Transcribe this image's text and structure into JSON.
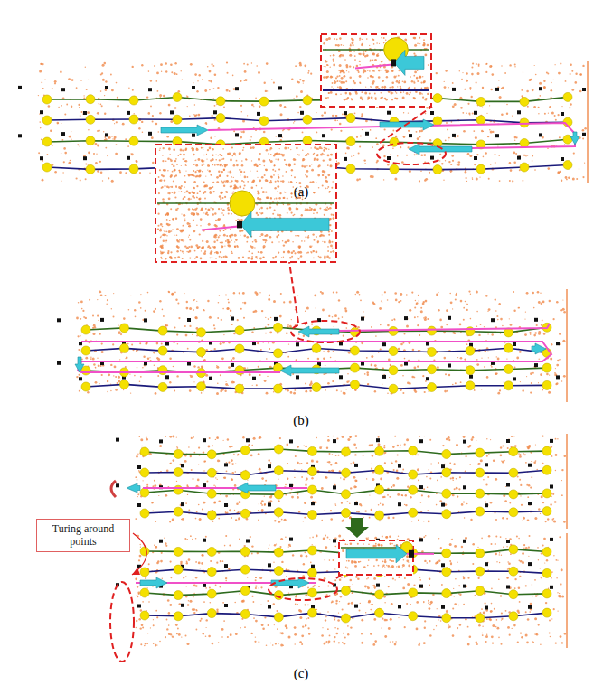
{
  "diagram": {
    "nodes": [
      {
        "text": [
          "Turing around points"
        ]
      }
    ],
    "labels": [
      "(a)",
      "(b)",
      "(c)"
    ]
  }
}
